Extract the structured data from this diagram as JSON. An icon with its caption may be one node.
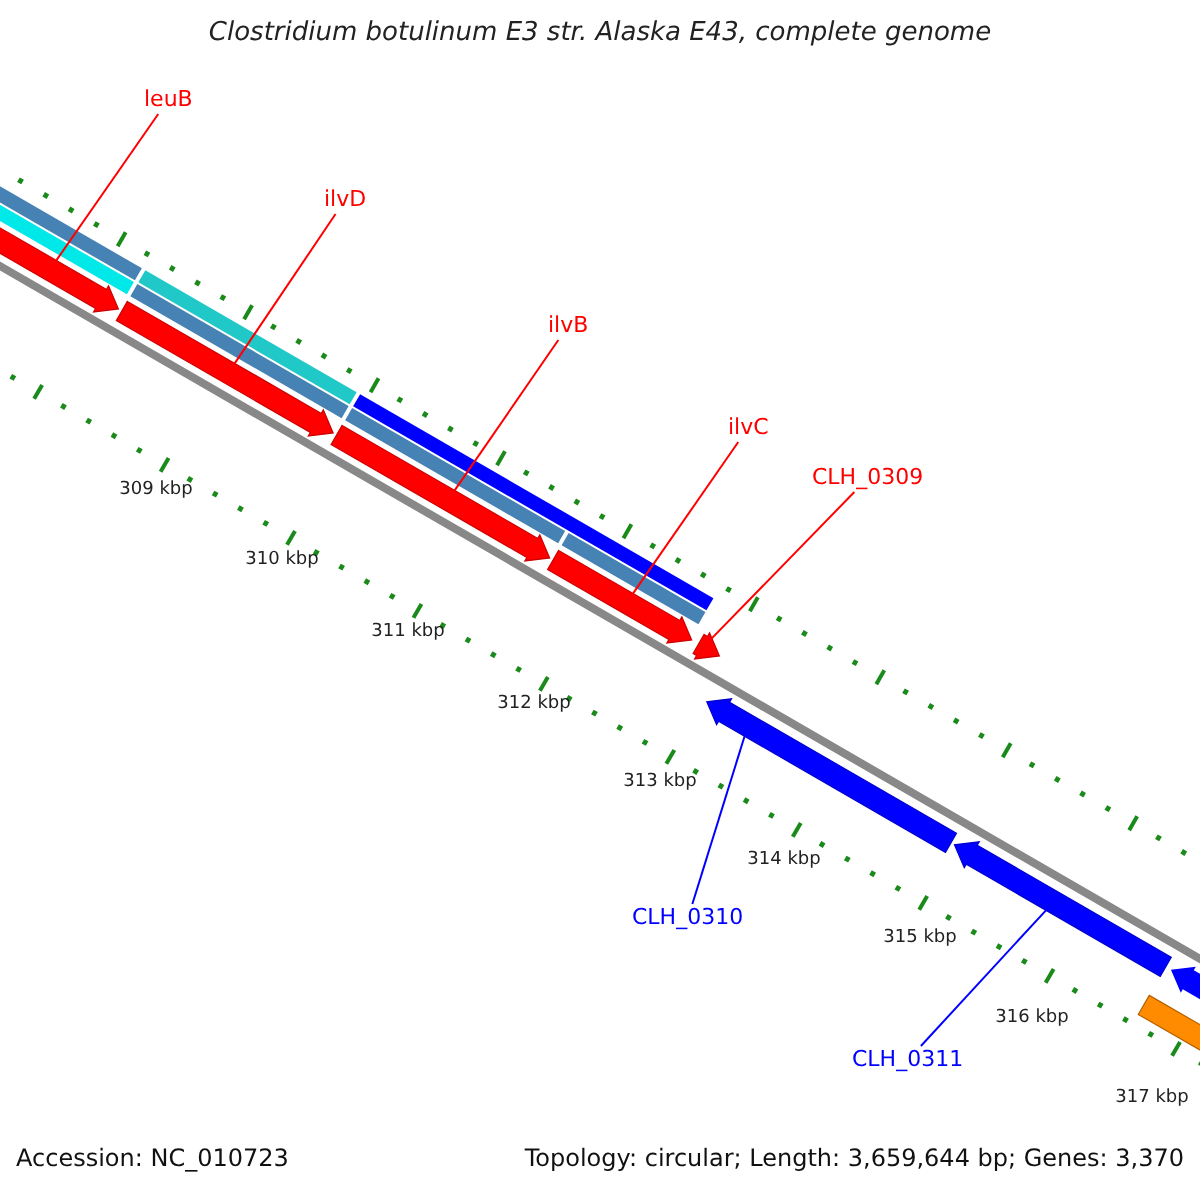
{
  "diagram": {
    "title": "Clostridium botulinum E3 str. Alaska E43, complete genome",
    "nodes": [
      {
        "text": [
          "leuB"
        ]
      },
      {
        "text": [
          "ilvD"
        ]
      },
      {
        "text": [
          "ilvB"
        ]
      },
      {
        "text": [
          "ilvC"
        ]
      },
      {
        "text": [
          "CLH_0309"
        ]
      },
      {
        "text": [
          "CLH_0310"
        ]
      },
      {
        "text": [
          "CLH_0311"
        ]
      },
      {
        "text": [],
        "shape": "bar"
      },
      {
        "text": [],
        "shape": "bar"
      },
      {
        "text": [],
        "shape": "bar"
      },
      {
        "text": [],
        "shape": "bar"
      },
      {
        "text": [],
        "shape": "bar"
      },
      {
        "text": [],
        "shape": "bar"
      },
      {
        "text": [],
        "shape": "bar"
      }
    ],
    "edges": [
      {
        "from": 0,
        "to": 7,
        "arrow": "none"
      },
      {
        "from": 1,
        "to": 8,
        "arrow": "none"
      },
      {
        "from": 2,
        "to": 9,
        "arrow": "none"
      },
      {
        "from": 3,
        "to": 10,
        "arrow": "none"
      },
      {
        "from": 4,
        "to": 11,
        "arrow": "none"
      },
      {
        "from": 5,
        "to": 12,
        "arrow": "none",
        "color": "#0000ff"
      },
      {
        "from": 6,
        "to": 13,
        "arrow": "none",
        "color": "#0000ff"
      }
    ],
    "labels": [
      "309 kbp",
      "310 kbp",
      "311 kbp",
      "312 kbp",
      "313 kbp",
      "314 kbp",
      "315 kbp",
      "316 kbp",
      "317 kbp",
      "Accession: NC_010723",
      "Topology: circular; Length: 3,659,644 bp; Genes: 3,370"
    ]
  }
}
